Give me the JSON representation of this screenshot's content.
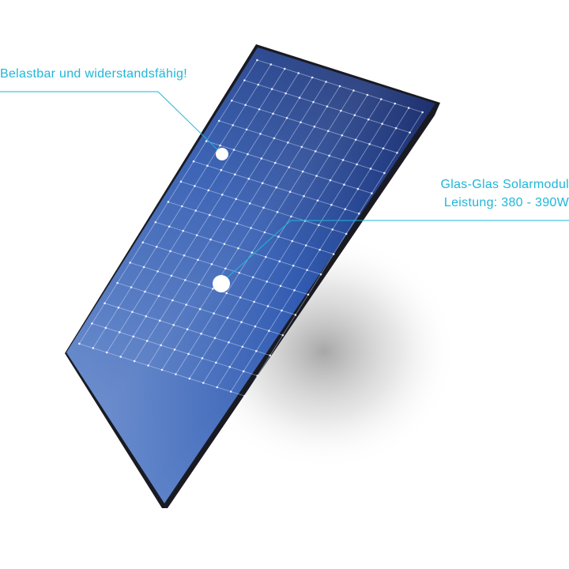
{
  "callouts": {
    "left": {
      "text": "Belastbar und widerstandsfähig!"
    },
    "right": {
      "line1": "Glas-Glas Solarmodul",
      "line2": "Leistung: 380 - 390W"
    }
  },
  "colors": {
    "accent": "#1fb6d8",
    "frame": "#1a1a22",
    "panel_dark": "#14235f",
    "panel_mid": "#2f59b0",
    "panel_light": "#6b8fd0",
    "grid_line": "#cfe0ff",
    "marker": "#ffffff"
  },
  "panel": {
    "cell_columns": 12,
    "cell_rows": 14
  }
}
